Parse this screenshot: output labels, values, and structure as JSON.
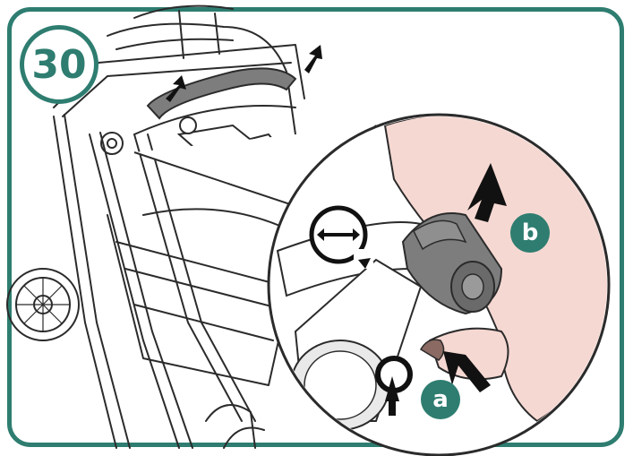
{
  "step": {
    "number": "30"
  },
  "callouts": {
    "a": "a",
    "b": "b"
  },
  "colors": {
    "accent": "#2e7d70",
    "hand": "#f6d8d2",
    "line": "#2b2b2b",
    "handle": "#7d7d7d"
  },
  "icons": [
    "rotate-lock-icon",
    "unlock-ring-icon",
    "arrow-up-icon",
    "arrow-press-icon"
  ]
}
